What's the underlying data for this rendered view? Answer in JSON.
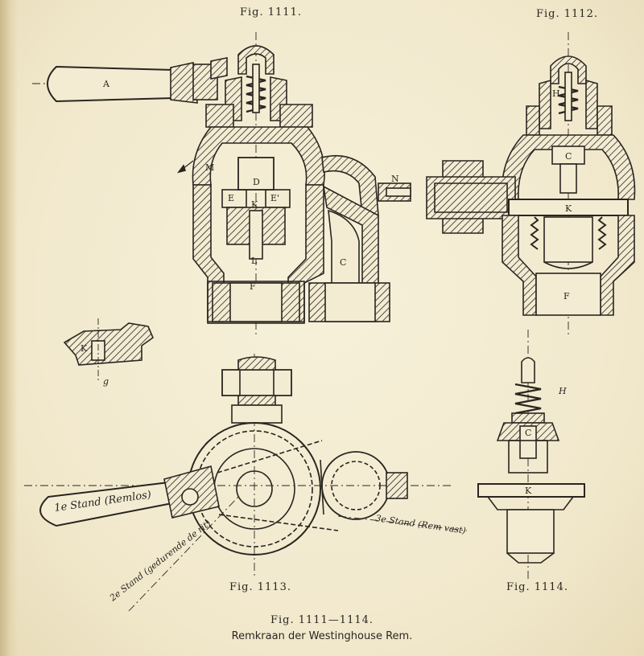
{
  "figures": {
    "fig1111": {
      "caption": "Fig. 1111.",
      "labels": {
        "A": "A",
        "M": "M",
        "D": "D",
        "N": "N",
        "E": "E",
        "E2": "E'",
        "K": "K",
        "F": "F",
        "C": "C",
        "L": "L"
      }
    },
    "fig1112": {
      "caption": "Fig. 1112.",
      "labels": {
        "K": "K",
        "F": "F",
        "H": "H",
        "C": "C"
      }
    },
    "fig1113": {
      "caption": "Fig. 1113.",
      "labels": {
        "stand1": "1e Stand (Remlos)",
        "stand2": "2e Stand (gedurende de rit)",
        "stand3": "3e Stand (Rem vast)"
      }
    },
    "fig1114": {
      "caption": "Fig. 1114.",
      "labels": {
        "H": "H",
        "C": "C",
        "K": "K"
      }
    },
    "detail": {
      "labels": {
        "K": "K",
        "g": "g"
      }
    }
  },
  "caption": {
    "line1": "Fig. 1111—1114.",
    "line2": "Remkraan der Westinghouse Rem."
  },
  "colors": {
    "paper": "#f3ecd3",
    "ink": "#2a2520"
  }
}
